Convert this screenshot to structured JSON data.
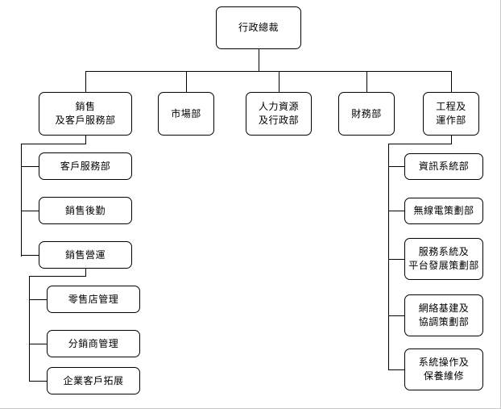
{
  "chart": {
    "title": "Organization Chart",
    "type": "org-chart",
    "line_color": "#000000",
    "box_border_color": "#000000",
    "background_color": "#ffffff"
  },
  "nodes": {
    "ceo": {
      "line1": "行政總裁",
      "line2": ""
    },
    "sales": {
      "line1": "銷售",
      "line2": "及客戶服務部"
    },
    "marketing": {
      "line1": "市場部",
      "line2": ""
    },
    "hr": {
      "line1": "人力資源",
      "line2": "及行政部"
    },
    "finance": {
      "line1": "財務部",
      "line2": ""
    },
    "engineering": {
      "line1": "工程及",
      "line2": "運作部"
    },
    "customer_service": {
      "line1": "客戶服務部",
      "line2": ""
    },
    "sales_support": {
      "line1": "銷售後勤",
      "line2": ""
    },
    "sales_ops": {
      "line1": "銷售營運",
      "line2": ""
    },
    "retail_mgmt": {
      "line1": "零售店管理",
      "line2": ""
    },
    "distributor_mgmt": {
      "line1": "分銷商管理",
      "line2": ""
    },
    "enterprise_dev": {
      "line1": "企業客戶拓展",
      "line2": ""
    },
    "info_systems": {
      "line1": "資訊系統部",
      "line2": ""
    },
    "radio_planning": {
      "line1": "無線電策劃部",
      "line2": ""
    },
    "service_platform": {
      "line1": "服務系統及",
      "line2": "平台發展策劃部"
    },
    "network_infra": {
      "line1": "網絡基建及",
      "line2": "協調策劃部"
    },
    "system_ops": {
      "line1": "系統操作及",
      "line2": "保養維修"
    }
  }
}
